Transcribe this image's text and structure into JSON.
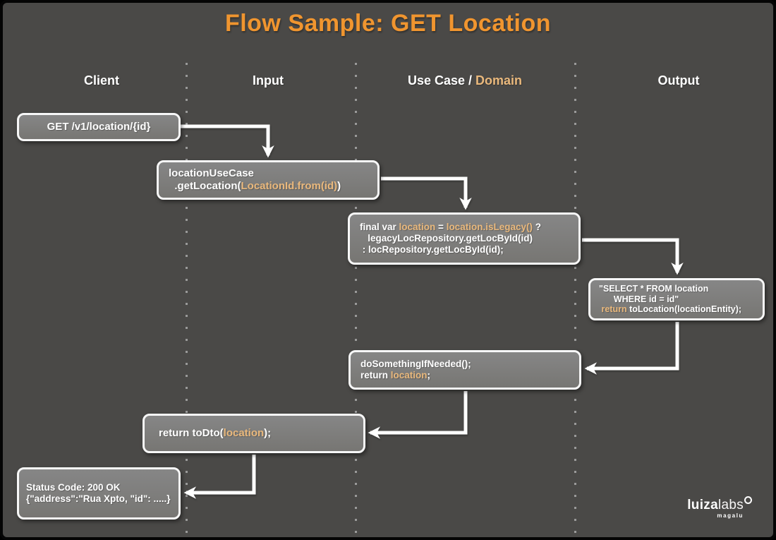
{
  "title": "Flow Sample: GET Location",
  "colors": {
    "background": "#4a4947",
    "title_orange": "#f0952f",
    "code_orange": "#e9b87c",
    "node_fill": "#7d7c7a",
    "node_border": "#f7f7f7",
    "arrow": "#ffffff"
  },
  "lanes": [
    {
      "label": "Client"
    },
    {
      "label": "Input"
    },
    {
      "label_part1": "Use Case / ",
      "label_part2": "Domain"
    },
    {
      "label": "Output"
    }
  ],
  "nodes": [
    {
      "name": "client-request",
      "lines": [
        {
          "segs": [
            {
              "t": "GET /v1/location/{id}",
              "c": "w"
            }
          ]
        }
      ]
    },
    {
      "name": "input-usecase-call",
      "lines": [
        {
          "segs": [
            {
              "t": "locationUseCase",
              "c": "w"
            }
          ]
        },
        {
          "segs": [
            {
              "t": "  .getLocation(",
              "c": "w"
            },
            {
              "t": "LocationId.from(id)",
              "c": "o"
            },
            {
              "t": ")",
              "c": "w"
            }
          ]
        }
      ]
    },
    {
      "name": "domain-legacy-branch",
      "lines": [
        {
          "segs": [
            {
              "t": "final var ",
              "c": "w"
            },
            {
              "t": "location",
              "c": "o"
            },
            {
              "t": " = ",
              "c": "w"
            },
            {
              "t": "location.isLegacy()",
              "c": "o"
            },
            {
              "t": " ?",
              "c": "w"
            }
          ]
        },
        {
          "segs": [
            {
              "t": "   legacyLocRepository.getLocById(id)",
              "c": "w"
            }
          ]
        },
        {
          "segs": [
            {
              "t": " : locRepository.getLocById(id);",
              "c": "w"
            }
          ]
        }
      ]
    },
    {
      "name": "output-sql-query",
      "lines": [
        {
          "segs": [
            {
              "t": "\"SELECT * FROM location",
              "c": "w"
            }
          ]
        },
        {
          "segs": [
            {
              "t": "      WHERE id = id\"",
              "c": "w"
            }
          ]
        },
        {
          "segs": [
            {
              "t": " return",
              "c": "o"
            },
            {
              "t": " toLocation(locationEntity);",
              "c": "w"
            }
          ]
        }
      ]
    },
    {
      "name": "domain-post-process",
      "lines": [
        {
          "segs": [
            {
              "t": "doSomethingIfNeeded();",
              "c": "w"
            }
          ]
        },
        {
          "segs": [
            {
              "t": "return ",
              "c": "w"
            },
            {
              "t": "location",
              "c": "o"
            },
            {
              "t": ";",
              "c": "w"
            }
          ]
        }
      ]
    },
    {
      "name": "input-return-dto",
      "lines": [
        {
          "segs": [
            {
              "t": "return toDto(",
              "c": "w"
            },
            {
              "t": "location",
              "c": "o"
            },
            {
              "t": ");",
              "c": "w"
            }
          ]
        }
      ]
    },
    {
      "name": "client-response",
      "lines": [
        {
          "segs": [
            {
              "t": "Status Code: 200 OK",
              "c": "w"
            }
          ]
        },
        {
          "segs": [
            {
              "t": "{\"address\":\"Rua Xpto, \"id\": .....}",
              "c": "w"
            }
          ]
        }
      ]
    }
  ],
  "logo": {
    "part1": "luiza",
    "part2": "labs",
    "subtext": "magalu"
  }
}
